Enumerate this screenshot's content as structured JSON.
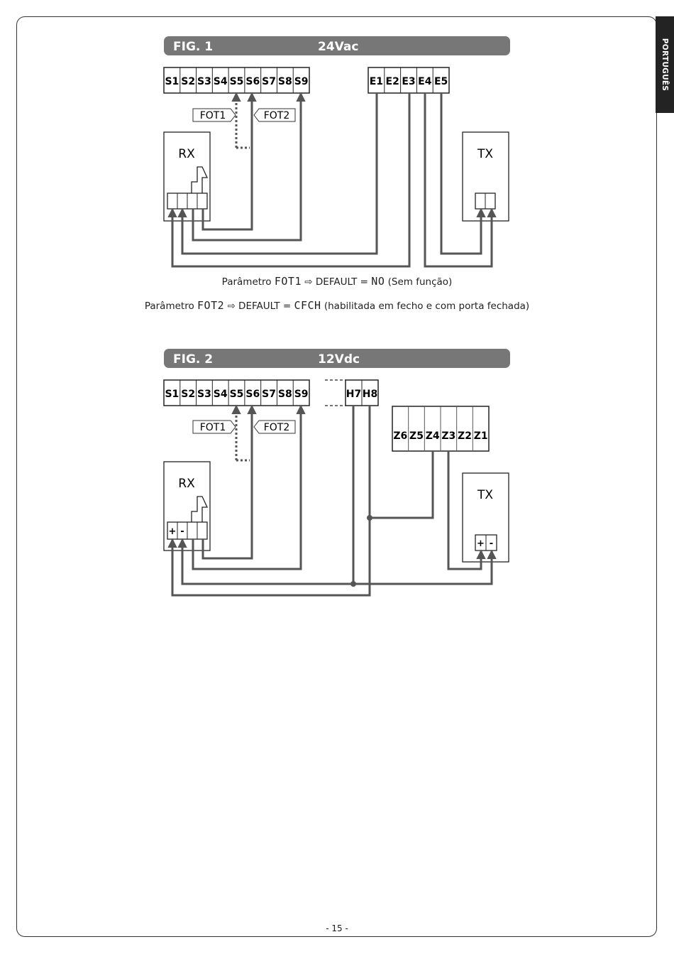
{
  "side_tab": "PORTUGUÊS",
  "fig1": {
    "label": "FIG. 1",
    "voltage": "24Vac",
    "terminals_s": [
      "S1",
      "S2",
      "S3",
      "S4",
      "S5",
      "S6",
      "S7",
      "S8",
      "S9"
    ],
    "terminals_e": [
      "E1",
      "E2",
      "E3",
      "E4",
      "E5"
    ],
    "fot1": "FOT1",
    "fot2": "FOT2",
    "rx": "RX",
    "tx": "TX"
  },
  "param1": {
    "prefix": "Parâmetro",
    "code": "FOT1",
    "arrow": "⇨",
    "default": "DEFAULT =",
    "value": "NO",
    "desc": "(Sem função)"
  },
  "param2": {
    "prefix": "Parâmetro",
    "code": "FOT2",
    "arrow": "⇨",
    "default": "DEFAULT =",
    "value": "CFCH",
    "desc": "(habilitada em fecho e com porta fechada)"
  },
  "fig2": {
    "label": "FIG. 2",
    "voltage": "12Vdc",
    "terminals_s": [
      "S1",
      "S2",
      "S3",
      "S4",
      "S5",
      "S6",
      "S7",
      "S8",
      "S9"
    ],
    "terminals_h": [
      "H7",
      "H8"
    ],
    "terminals_z": [
      "Z6",
      "Z5",
      "Z4",
      "Z3",
      "Z2",
      "Z1"
    ],
    "fot1": "FOT1",
    "fot2": "FOT2",
    "rx": "RX",
    "tx": "TX",
    "plus": "+",
    "minus": "-"
  },
  "page_number": "- 15 -"
}
